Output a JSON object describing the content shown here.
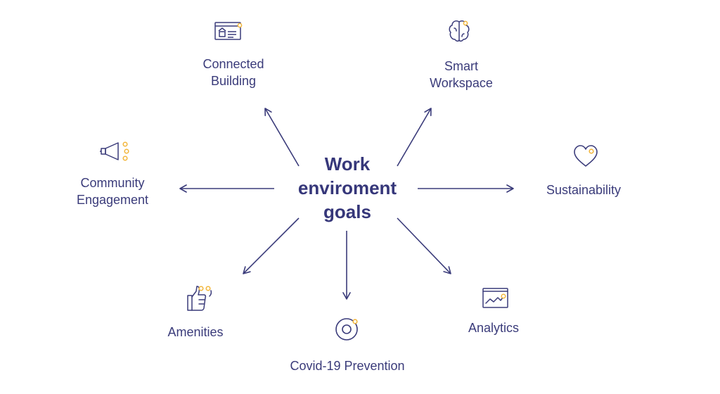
{
  "center": {
    "line1": "Work",
    "line2": "enviroment",
    "line3": "goals"
  },
  "nodes": {
    "connected_building": {
      "line1": "Connected",
      "line2": "Building",
      "icon": "id-card-icon"
    },
    "smart_workspace": {
      "line1": "Smart",
      "line2": "Workspace",
      "icon": "brain-icon"
    },
    "community_engagement": {
      "line1": "Community",
      "line2": "Engagement",
      "icon": "megaphone-icon"
    },
    "sustainability": {
      "label": "Sustainability",
      "icon": "heart-icon"
    },
    "amenities": {
      "label": "Amenities",
      "icon": "thumbs-up-icon"
    },
    "covid_prevention": {
      "label": "Covid-19 Prevention",
      "icon": "target-icon"
    },
    "analytics": {
      "label": "Analytics",
      "icon": "chart-icon"
    }
  },
  "colors": {
    "primary": "#3a3b7a",
    "accent": "#f2b63c",
    "background": "#ffffff"
  }
}
